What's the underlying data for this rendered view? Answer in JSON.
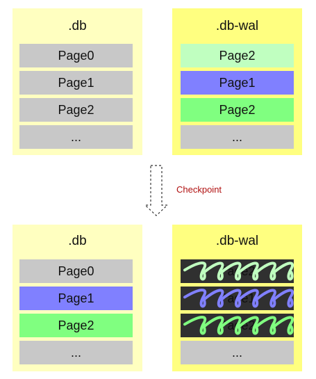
{
  "colors": {
    "db_panel": "#ffffc0",
    "wal_panel": "#ffff80",
    "gray_page": "#c8c8c8",
    "light_green_page": "#c0ffc0",
    "blue_page": "#8080ff",
    "green_page": "#80ff80",
    "dark_page": "#303030",
    "arrow": "#333333",
    "checkpoint_text": "#b01010"
  },
  "before": {
    "db": {
      "title": ".db",
      "pages": [
        {
          "label": "Page0",
          "color": "gray_page"
        },
        {
          "label": "Page1",
          "color": "gray_page"
        },
        {
          "label": "Page2",
          "color": "gray_page"
        },
        {
          "label": "...",
          "color": "gray_page"
        }
      ]
    },
    "wal": {
      "title": ".db-wal",
      "pages": [
        {
          "label": "Page2",
          "color": "light_green_page"
        },
        {
          "label": "Page1",
          "color": "blue_page"
        },
        {
          "label": "Page2",
          "color": "green_page"
        },
        {
          "label": "...",
          "color": "gray_page"
        }
      ]
    }
  },
  "transition": {
    "label": "Checkpoint",
    "arrow_icon": "dashed-down-arrow-icon"
  },
  "after": {
    "db": {
      "title": ".db",
      "pages": [
        {
          "label": "Page0",
          "color": "gray_page"
        },
        {
          "label": "Page1",
          "color": "blue_page"
        },
        {
          "label": "Page2",
          "color": "green_page"
        },
        {
          "label": "...",
          "color": "gray_page"
        }
      ]
    },
    "wal": {
      "title": ".db-wal",
      "pages": [
        {
          "label": "Page2",
          "color": "dark_page",
          "struck": true,
          "strike_color": "light_green_page"
        },
        {
          "label": "Page1",
          "color": "dark_page",
          "struck": true,
          "strike_color": "blue_page"
        },
        {
          "label": "Page2",
          "color": "dark_page",
          "struck": true,
          "strike_color": "green_page"
        },
        {
          "label": "...",
          "color": "gray_page"
        }
      ]
    }
  }
}
